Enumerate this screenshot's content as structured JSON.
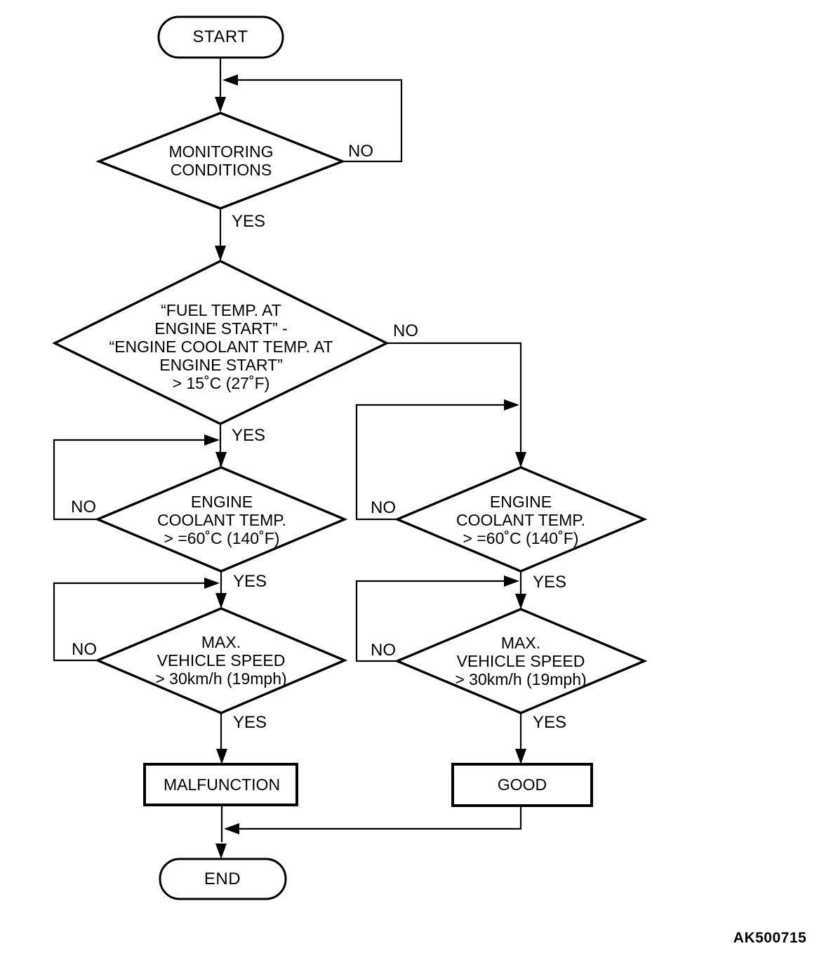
{
  "nodes": {
    "start": "START",
    "monitoring": "MONITORING\nCONDITIONS",
    "fuel_temp_delta": "“FUEL TEMP. AT\nENGINE START” -\n“ENGINE COOLANT TEMP. AT\nENGINE START”\n> 15˚C (27˚F)",
    "coolant_left": "ENGINE\nCOOLANT TEMP.\n> =60˚C (140˚F)",
    "coolant_right": "ENGINE\nCOOLANT TEMP.\n> =60˚C (140˚F)",
    "speed_left": "MAX.\nVEHICLE SPEED\n> 30km/h (19mph)",
    "speed_right": "MAX.\nVEHICLE SPEED\n> 30km/h (19mph)",
    "malfunction": "MALFUNCTION",
    "good": "GOOD",
    "end": "END"
  },
  "edge_labels": {
    "monitoring_no": "NO",
    "monitoring_yes": "YES",
    "fuel_no": "NO",
    "fuel_yes": "YES",
    "coolant_left_no": "NO",
    "coolant_left_yes": "YES",
    "coolant_right_no": "NO",
    "coolant_right_yes": "YES",
    "speed_left_no": "NO",
    "speed_left_yes": "YES",
    "speed_right_no": "NO",
    "speed_right_yes": "YES"
  },
  "figure_code": "AK500715",
  "colors": {
    "line": "#000000",
    "background": "#ffffff"
  }
}
